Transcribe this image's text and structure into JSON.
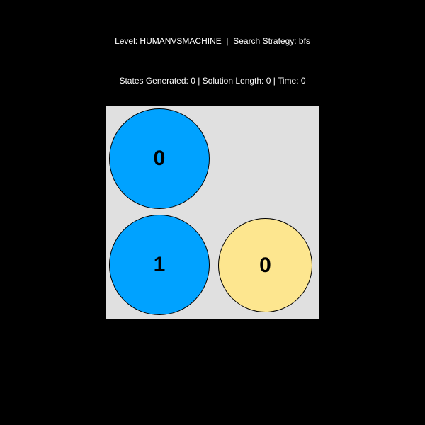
{
  "header": {
    "level_text": "Level: HUMANVSMACHINE  |  Search Strategy: bfs",
    "stats_text": "States Generated: 0 | Solution Length: 0 | Time: 0"
  },
  "colors": {
    "background": "#000000",
    "cell": "#e0e0e0",
    "blue_piece": "#00a2ff",
    "yellow_piece": "#fde68f"
  },
  "board": {
    "rows": 2,
    "cols": 2,
    "cells": [
      {
        "row": 0,
        "col": 0,
        "piece": {
          "color": "blue",
          "label": "0"
        }
      },
      {
        "row": 0,
        "col": 1,
        "piece": null
      },
      {
        "row": 1,
        "col": 0,
        "piece": {
          "color": "blue",
          "label": "1"
        }
      },
      {
        "row": 1,
        "col": 1,
        "piece": {
          "color": "yellow",
          "label": "0"
        }
      }
    ]
  }
}
